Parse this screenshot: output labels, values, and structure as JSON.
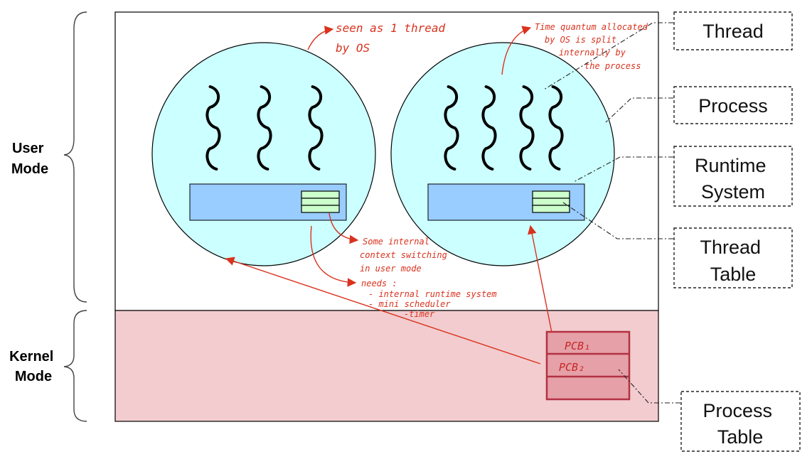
{
  "modes": {
    "user": [
      "User",
      "Mode"
    ],
    "kernel": [
      "Kernel",
      "Mode"
    ]
  },
  "callouts": {
    "thread": [
      "Thread"
    ],
    "process": [
      "Process"
    ],
    "runtime": [
      "Runtime",
      "System"
    ],
    "thread_table": [
      "Thread",
      "Table"
    ],
    "process_table": [
      "Process",
      "Table"
    ]
  },
  "notes": {
    "seen": [
      "seen as 1 thread",
      "by OS"
    ],
    "quantum": [
      "Time quantum allocated",
      "by OS is split",
      "internally by",
      "the process"
    ],
    "switching": [
      "Some internal",
      "context switching",
      "in user mode"
    ],
    "needs": [
      "needs :",
      "- internal runtime system",
      "- mini scheduler",
      "-timer"
    ]
  },
  "pcb": {
    "rows": [
      "PCB₁",
      "PCB₂",
      ""
    ]
  },
  "colors": {
    "process_fill": "#ccffff",
    "runtime_fill": "#99ccff",
    "thread_table_fill": "#ccffcc",
    "kernel_fill": "#f2cccf",
    "pcb_fill": "#e6a0a7",
    "pcb_stroke": "#b23242",
    "annotation": "#d9321e"
  }
}
